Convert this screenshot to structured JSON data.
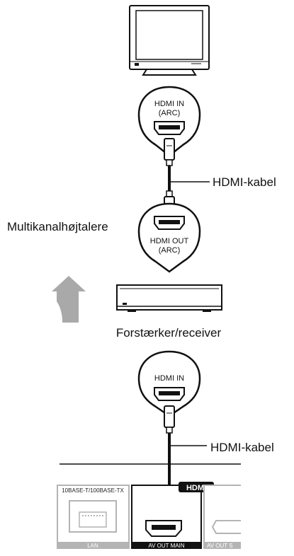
{
  "labels": {
    "tv_port": "HDMI IN",
    "tv_port_sub": "(ARC)",
    "cable_1": "HDMI-kabel",
    "speakers": "Multikanalhøjtalere",
    "amp_port": "HDMI OUT",
    "amp_port_sub": "(ARC)",
    "amplifier": "Forstærker/receiver",
    "amp_in_port": "HDMI IN",
    "cable_2": "HDMI-kabel",
    "hdmi_logo": "HDMI",
    "lan_spec": "10BASE-T/100BASE-TX",
    "lan_label": "LAN",
    "av_out_main": "AV OUT  MAIN",
    "av_out_sub": "AV OUT  S"
  },
  "colors": {
    "line": "#111111",
    "speaker_arrow": "#a9a9a9",
    "panel_grey": "#b4b4b4",
    "panel_dark": "#111111"
  },
  "icons": [
    "tv-icon",
    "hdmi-port-icon",
    "hdmi-plug-icon",
    "amplifier-icon",
    "up-arrow-icon",
    "lan-port-icon",
    "hdmi-logo-icon"
  ]
}
